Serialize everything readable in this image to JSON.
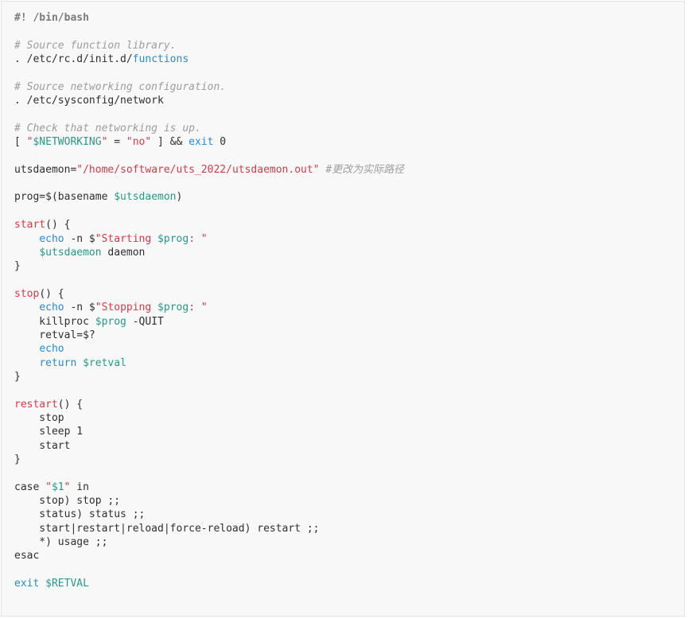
{
  "editor": {
    "language": "bash",
    "colors": {
      "background": "#f8f8f8",
      "border": "#e3e3e3",
      "plain": "#2f2f2f",
      "comment": "#9c9c9c",
      "keyword": "#d73a49",
      "builtin": "#268bd2",
      "string": "#d73a49",
      "variable": "#269a8a"
    },
    "lines": [
      [
        {
          "t": "#! /bin/bash",
          "c": "comment shebang"
        }
      ],
      [],
      [
        {
          "t": "# Source function library.",
          "c": "comment"
        }
      ],
      [
        {
          "t": ". /etc/rc.d/init.d/",
          "c": "plain"
        },
        {
          "t": "functions",
          "c": "builtin"
        }
      ],
      [],
      [
        {
          "t": "# Source networking configuration.",
          "c": "comment"
        }
      ],
      [
        {
          "t": ". /etc/sysconfig/network",
          "c": "plain"
        }
      ],
      [],
      [
        {
          "t": "# Check that networking is up.",
          "c": "comment"
        }
      ],
      [
        {
          "t": "[ ",
          "c": "plain"
        },
        {
          "t": "\"",
          "c": "string"
        },
        {
          "t": "$NETWORKING",
          "c": "variable"
        },
        {
          "t": "\"",
          "c": "string"
        },
        {
          "t": " = ",
          "c": "plain"
        },
        {
          "t": "\"no\"",
          "c": "string"
        },
        {
          "t": " ] && ",
          "c": "plain"
        },
        {
          "t": "exit",
          "c": "builtin"
        },
        {
          "t": " 0",
          "c": "plain"
        }
      ],
      [],
      [
        {
          "t": "utsdaemon=",
          "c": "plain"
        },
        {
          "t": "\"/home/software/uts_2022/utsdaemon.out\"",
          "c": "string"
        },
        {
          "t": " ",
          "c": "plain"
        },
        {
          "t": "#更改为实际路径",
          "c": "comment"
        }
      ],
      [],
      [
        {
          "t": "prog=$(basename ",
          "c": "plain"
        },
        {
          "t": "$utsdaemon",
          "c": "variable"
        },
        {
          "t": ")",
          "c": "plain"
        }
      ],
      [],
      [
        {
          "t": "start",
          "c": "keyword"
        },
        {
          "t": "() {",
          "c": "plain"
        }
      ],
      [
        {
          "t": "    ",
          "c": "plain"
        },
        {
          "t": "echo",
          "c": "builtin"
        },
        {
          "t": " -n $",
          "c": "plain"
        },
        {
          "t": "\"Starting ",
          "c": "string"
        },
        {
          "t": "$prog",
          "c": "variable"
        },
        {
          "t": ": \"",
          "c": "string"
        }
      ],
      [
        {
          "t": "    ",
          "c": "plain"
        },
        {
          "t": "$utsdaemon",
          "c": "variable"
        },
        {
          "t": " daemon",
          "c": "plain"
        }
      ],
      [
        {
          "t": "}",
          "c": "plain"
        }
      ],
      [],
      [
        {
          "t": "stop",
          "c": "keyword"
        },
        {
          "t": "() {",
          "c": "plain"
        }
      ],
      [
        {
          "t": "    ",
          "c": "plain"
        },
        {
          "t": "echo",
          "c": "builtin"
        },
        {
          "t": " -n $",
          "c": "plain"
        },
        {
          "t": "\"Stopping ",
          "c": "string"
        },
        {
          "t": "$prog",
          "c": "variable"
        },
        {
          "t": ": \"",
          "c": "string"
        }
      ],
      [
        {
          "t": "    killproc ",
          "c": "plain"
        },
        {
          "t": "$prog",
          "c": "variable"
        },
        {
          "t": " -QUIT",
          "c": "plain"
        }
      ],
      [
        {
          "t": "    retval=$?",
          "c": "plain"
        }
      ],
      [
        {
          "t": "    ",
          "c": "plain"
        },
        {
          "t": "echo",
          "c": "builtin"
        }
      ],
      [
        {
          "t": "    ",
          "c": "plain"
        },
        {
          "t": "return",
          "c": "builtin"
        },
        {
          "t": " ",
          "c": "plain"
        },
        {
          "t": "$retval",
          "c": "variable"
        }
      ],
      [
        {
          "t": "}",
          "c": "plain"
        }
      ],
      [],
      [
        {
          "t": "restart",
          "c": "keyword"
        },
        {
          "t": "() {",
          "c": "plain"
        }
      ],
      [
        {
          "t": "    stop",
          "c": "plain"
        }
      ],
      [
        {
          "t": "    sleep 1",
          "c": "plain"
        }
      ],
      [
        {
          "t": "    start",
          "c": "plain"
        }
      ],
      [
        {
          "t": "}",
          "c": "plain"
        }
      ],
      [],
      [
        {
          "t": "case ",
          "c": "plain"
        },
        {
          "t": "\"",
          "c": "string"
        },
        {
          "t": "$1",
          "c": "variable"
        },
        {
          "t": "\"",
          "c": "string"
        },
        {
          "t": " in",
          "c": "plain"
        }
      ],
      [
        {
          "t": "    stop) stop ;;",
          "c": "plain"
        }
      ],
      [
        {
          "t": "    status) status ;;",
          "c": "plain"
        }
      ],
      [
        {
          "t": "    start|restart|reload|force-reload) restart ;;",
          "c": "plain"
        }
      ],
      [
        {
          "t": "    *) usage ;;",
          "c": "plain"
        }
      ],
      [
        {
          "t": "esac",
          "c": "plain"
        }
      ],
      [],
      [
        {
          "t": "exit",
          "c": "builtin"
        },
        {
          "t": " ",
          "c": "plain"
        },
        {
          "t": "$RETVAL",
          "c": "variable"
        }
      ]
    ]
  }
}
